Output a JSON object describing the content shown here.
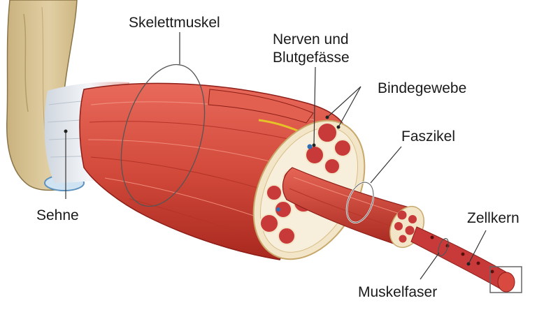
{
  "labels": {
    "skelettmuskel": "Skelettmuskel",
    "nerven_line1": "Nerven und",
    "nerven_line2": "Blutgefässe",
    "bindegewebe": "Bindegewebe",
    "faszikel": "Faszikel",
    "sehne": "Sehne",
    "zellkern": "Zellkern",
    "muskelfaser": "Muskelfaser"
  },
  "colors": {
    "bone": "#dcc79a",
    "tendon": "#e9edf2",
    "muscle": "#d8503f",
    "muscle_dark": "#a3261f",
    "fiber_bundle": "#c83a3a",
    "connective_tissue": "#f3e6c8",
    "nerve": "#e6c229",
    "vessel": "#2f6fb4"
  }
}
